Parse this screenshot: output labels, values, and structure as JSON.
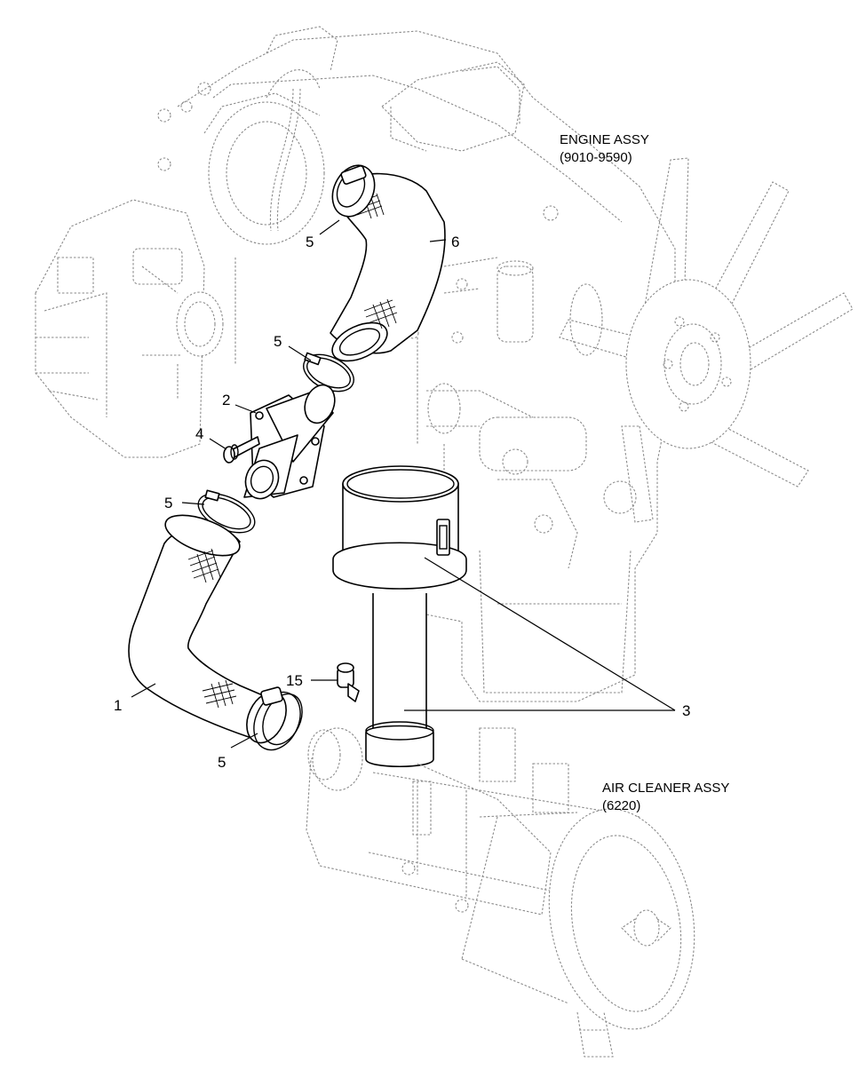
{
  "annotations": {
    "engine_assy": {
      "line1": "ENGINE ASSY",
      "line2": "(9010-9590)"
    },
    "air_cleaner_assy": {
      "line1": "AIR CLEANER ASSY",
      "line2": "(6220)"
    }
  },
  "callouts": [
    {
      "id": "c5a",
      "label": "5"
    },
    {
      "id": "c6",
      "label": "6"
    },
    {
      "id": "c5b",
      "label": "5"
    },
    {
      "id": "c2",
      "label": "2"
    },
    {
      "id": "c4",
      "label": "4"
    },
    {
      "id": "c5c",
      "label": "5"
    },
    {
      "id": "c15",
      "label": "15"
    },
    {
      "id": "c1",
      "label": "1"
    },
    {
      "id": "c3",
      "label": "3"
    },
    {
      "id": "c5d",
      "label": "5"
    }
  ]
}
